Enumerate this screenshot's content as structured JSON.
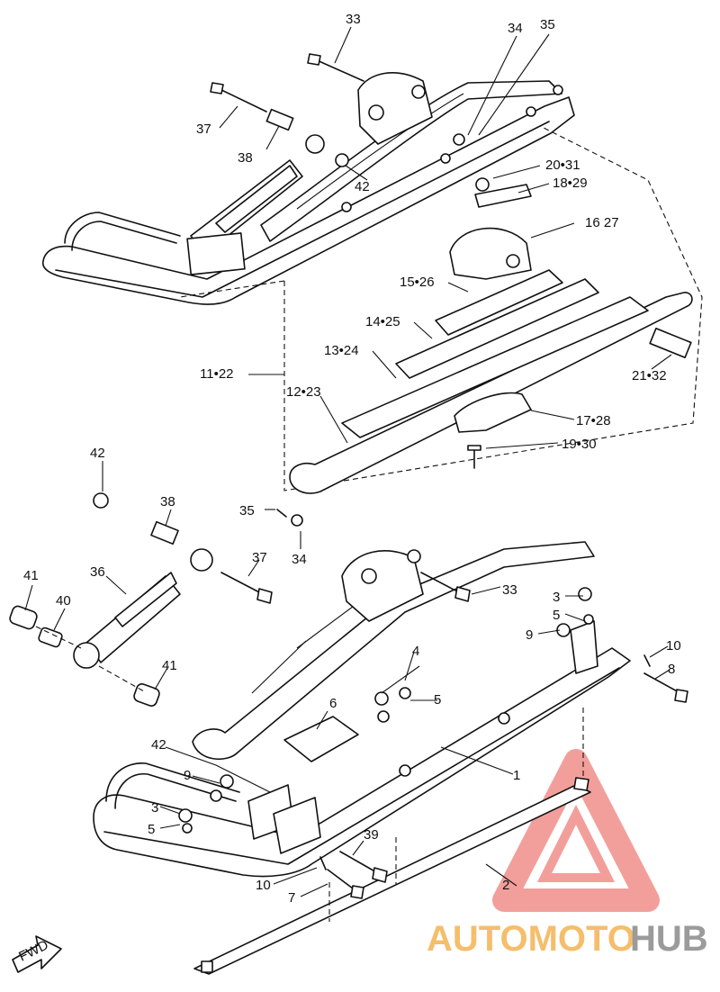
{
  "diagram": {
    "callouts": {
      "c33_top": "33",
      "c34_top": "34",
      "c35_top": "35",
      "c37_top": "37",
      "c38_top": "38",
      "c42_top": "42",
      "c20_31": "20•31",
      "c18_29": "18•29",
      "c16_27": "16 27",
      "c15_26": "15•26",
      "c14_25": "14•25",
      "c13_24": "13•24",
      "c11_22": "11•22",
      "c12_23": "12•23",
      "c21_32": "21•32",
      "c17_28": "17•28",
      "c19_30": "19•30",
      "c42_mid": "42",
      "c38_mid": "38",
      "c35_mid": "35",
      "c34_mid": "34",
      "c37_mid": "37",
      "c33_mid": "33",
      "c41_left": "41",
      "c36": "36",
      "c40": "40",
      "c41_low": "41",
      "c4": "4",
      "c5_mid": "5",
      "c3_right": "3",
      "c5_right": "5",
      "c9_right": "9",
      "c10_right": "10",
      "c8": "8",
      "c6": "6",
      "c1": "1",
      "c42_low": "42",
      "c9_left": "9",
      "c3_left": "3",
      "c5_left": "5",
      "c39": "39",
      "c2": "2",
      "c10_low": "10",
      "c7": "7"
    },
    "fwd_label": "FWD"
  },
  "watermark": {
    "text_part1": "AUTOMOTO",
    "text_part2": "HUB",
    "color_red": "#e8524a",
    "color_orange": "#f2a93b",
    "color_gray": "#7a7a7a"
  }
}
